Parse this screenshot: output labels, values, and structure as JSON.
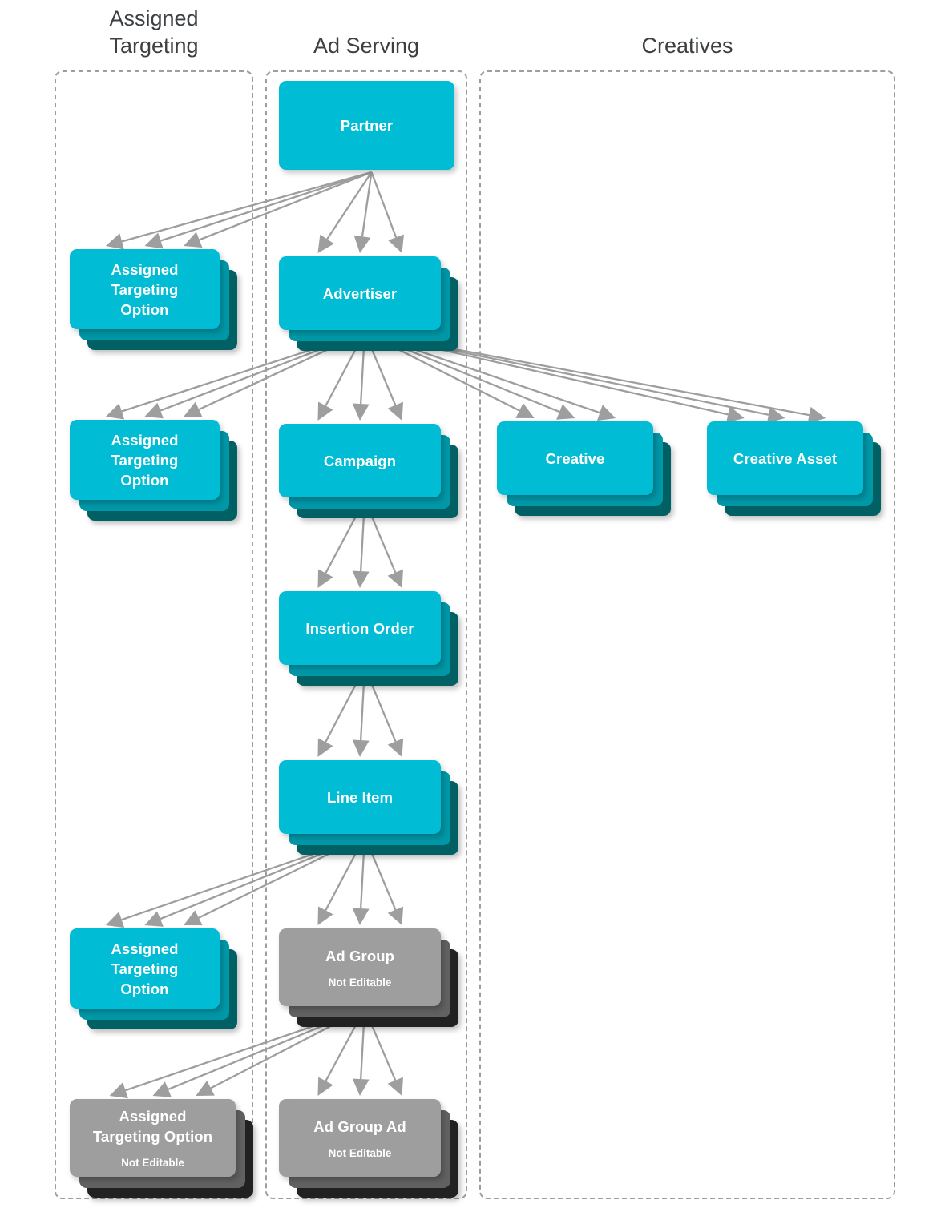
{
  "diagram": {
    "type": "hierarchy-diagram",
    "background_color": "#ffffff",
    "colors": {
      "card_primary": "#00bcd4",
      "card_primary_layer2": "#0097a7",
      "card_primary_layer3": "#006064",
      "card_disabled": "#9e9e9e",
      "card_disabled_layer2": "#616161",
      "card_disabled_layer3": "#212121",
      "arrow": "#9e9e9e",
      "group_border": "#9e9e9e",
      "header_text": "#3c4043",
      "card_text": "#ffffff"
    },
    "columns": [
      {
        "id": "assigned-targeting",
        "label": "Assigned\nTargeting"
      },
      {
        "id": "ad-serving",
        "label": "Ad Serving"
      },
      {
        "id": "creatives",
        "label": "Creatives"
      }
    ],
    "nodes": [
      {
        "id": "partner",
        "label": "Partner",
        "sublabel": "",
        "column": "ad-serving",
        "editable": true,
        "stacked": false
      },
      {
        "id": "ato-partner",
        "label": "Assigned\nTargeting\nOption",
        "sublabel": "",
        "column": "assigned-targeting",
        "editable": true,
        "stacked": true
      },
      {
        "id": "advertiser",
        "label": "Advertiser",
        "sublabel": "",
        "column": "ad-serving",
        "editable": true,
        "stacked": true
      },
      {
        "id": "ato-advertiser",
        "label": "Assigned\nTargeting\nOption",
        "sublabel": "",
        "column": "assigned-targeting",
        "editable": true,
        "stacked": true
      },
      {
        "id": "campaign",
        "label": "Campaign",
        "sublabel": "",
        "column": "ad-serving",
        "editable": true,
        "stacked": true
      },
      {
        "id": "creative",
        "label": "Creative",
        "sublabel": "",
        "column": "creatives",
        "editable": true,
        "stacked": true
      },
      {
        "id": "creative-asset",
        "label": "Creative Asset",
        "sublabel": "",
        "column": "creatives",
        "editable": true,
        "stacked": true
      },
      {
        "id": "insertion-order",
        "label": "Insertion Order",
        "sublabel": "",
        "column": "ad-serving",
        "editable": true,
        "stacked": true
      },
      {
        "id": "line-item",
        "label": "Line Item",
        "sublabel": "",
        "column": "ad-serving",
        "editable": true,
        "stacked": true
      },
      {
        "id": "ato-line-item",
        "label": "Assigned\nTargeting\nOption",
        "sublabel": "",
        "column": "assigned-targeting",
        "editable": true,
        "stacked": true
      },
      {
        "id": "ad-group",
        "label": "Ad Group",
        "sublabel": "Not Editable",
        "column": "ad-serving",
        "editable": false,
        "stacked": true
      },
      {
        "id": "ato-ad-group",
        "label": "Assigned\nTargeting Option",
        "sublabel": "Not Editable",
        "column": "assigned-targeting",
        "editable": false,
        "stacked": true
      },
      {
        "id": "ad-group-ad",
        "label": "Ad Group Ad",
        "sublabel": "Not Editable",
        "column": "ad-serving",
        "editable": false,
        "stacked": true
      }
    ],
    "edges": [
      {
        "from": "partner",
        "to": "ato-partner",
        "multiplicity": 3
      },
      {
        "from": "partner",
        "to": "advertiser",
        "multiplicity": 3
      },
      {
        "from": "advertiser",
        "to": "ato-advertiser",
        "multiplicity": 3
      },
      {
        "from": "advertiser",
        "to": "campaign",
        "multiplicity": 3
      },
      {
        "from": "advertiser",
        "to": "creative",
        "multiplicity": 3
      },
      {
        "from": "advertiser",
        "to": "creative-asset",
        "multiplicity": 3
      },
      {
        "from": "campaign",
        "to": "insertion-order",
        "multiplicity": 3
      },
      {
        "from": "insertion-order",
        "to": "line-item",
        "multiplicity": 3
      },
      {
        "from": "line-item",
        "to": "ato-line-item",
        "multiplicity": 3
      },
      {
        "from": "line-item",
        "to": "ad-group",
        "multiplicity": 3
      },
      {
        "from": "ad-group",
        "to": "ato-ad-group",
        "multiplicity": 3
      },
      {
        "from": "ad-group",
        "to": "ad-group-ad",
        "multiplicity": 3
      }
    ]
  }
}
